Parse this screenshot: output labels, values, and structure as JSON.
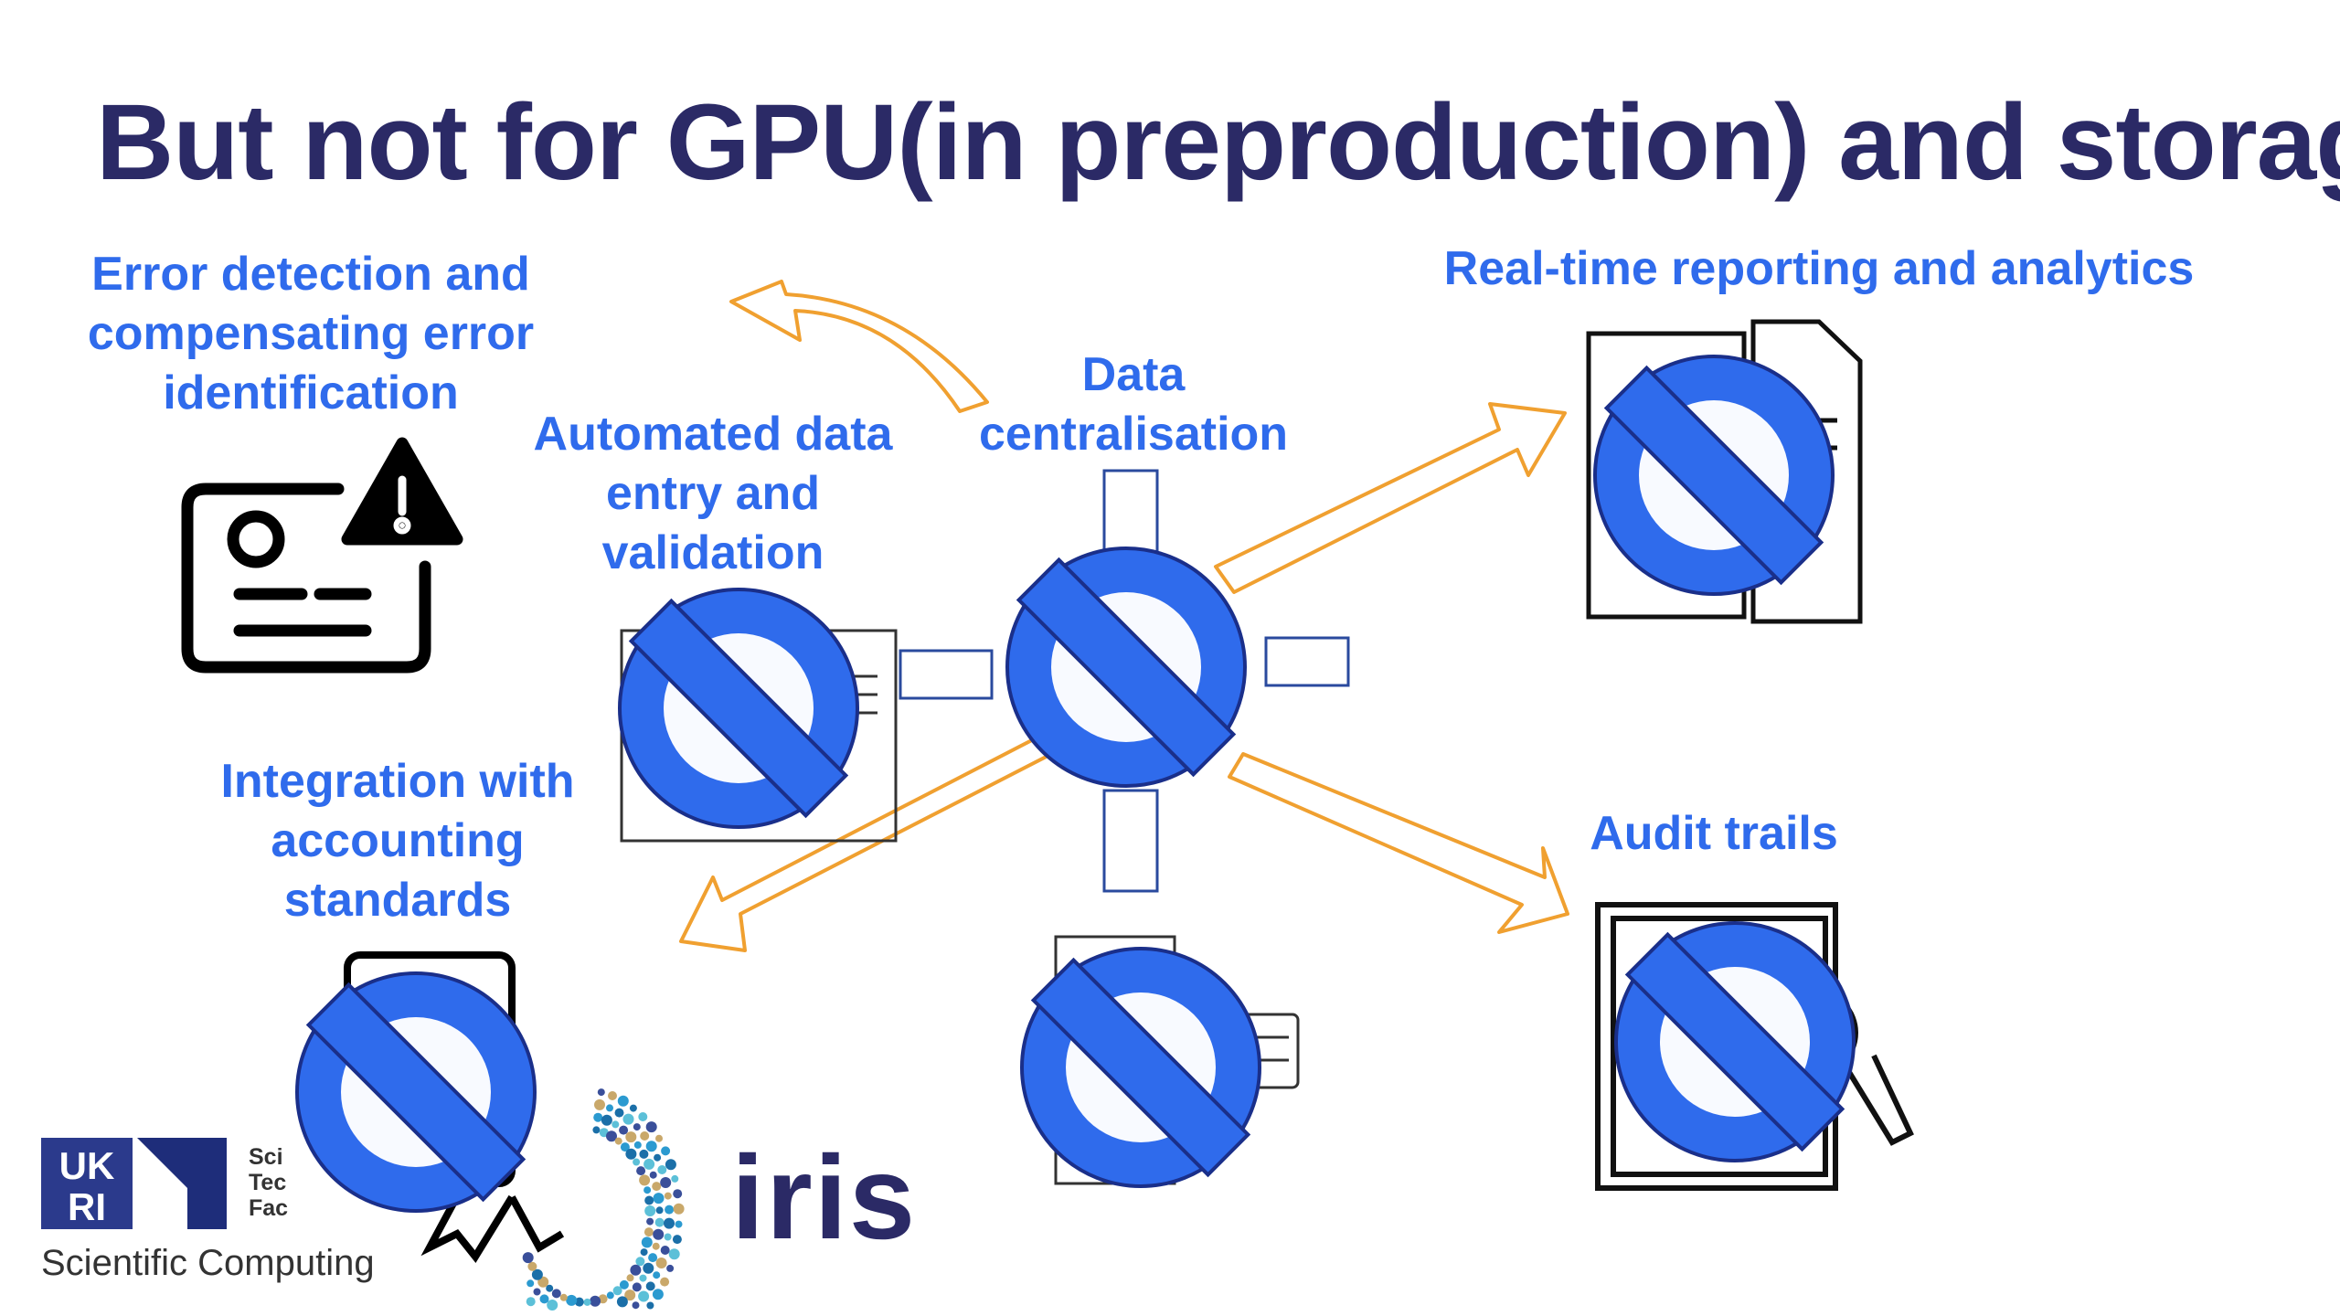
{
  "title": "But not for GPU(in preproduction) and storage",
  "labels": {
    "error_detection": [
      "Error detection and",
      "compensating error",
      "identification"
    ],
    "automated_entry": [
      "Automated data",
      "entry and",
      "validation"
    ],
    "centralisation": [
      "Data",
      "centralisation"
    ],
    "realtime": "Real-time reporting and analytics",
    "integration": [
      "Integration with",
      "accounting",
      "standards"
    ],
    "audit": "Audit trails"
  },
  "logos": {
    "ukri_caption": "Scientific Computing",
    "ukri_side_lines": [
      "Sci",
      "Tec",
      "Fac"
    ],
    "iris_wordmark": "iris"
  },
  "icons": [
    "id-card-warning-icon",
    "keyboard-form-icon",
    "database-icon",
    "report-documents-icon",
    "accounting-certificate-icon",
    "keyboard-clipboard-icon",
    "audit-magnifier-icon",
    "prohibited-icon"
  ],
  "colors": {
    "title": "#2b2a66",
    "label": "#2f6bec",
    "prohibited_fill": "#2f6bec",
    "prohibited_stroke": "#1a2f8a",
    "arrow": "#f0a030",
    "connector": "#2a4a9e"
  }
}
